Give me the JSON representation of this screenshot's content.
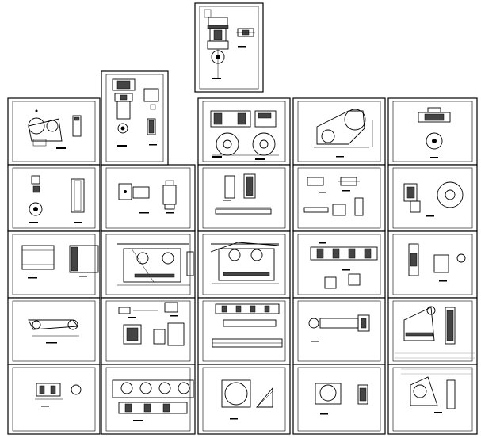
{
  "sheet": {
    "title": "",
    "columns": 5,
    "rows": 5,
    "extra_top_sheets": 2
  },
  "colors": {
    "background": "#ffffff",
    "ink": "#000000",
    "faint": "#9a9a9a"
  },
  "drawings": [
    {
      "id": "top-center",
      "kind": "elevation-with-bolt"
    },
    {
      "id": "top-left",
      "kind": "bracket-views"
    },
    {
      "id": "r1c1",
      "kind": "cam-plate"
    },
    {
      "id": "r1c3",
      "kind": "bearing-housing"
    },
    {
      "id": "r1c4",
      "kind": "arm-assembly"
    },
    {
      "id": "r1c5",
      "kind": "flange-views"
    },
    {
      "id": "r2c1",
      "kind": "shaft-detail"
    },
    {
      "id": "r2c2",
      "kind": "block-details"
    },
    {
      "id": "r2c3",
      "kind": "pin-and-rod"
    },
    {
      "id": "r2c4",
      "kind": "connecting-parts"
    },
    {
      "id": "r2c5",
      "kind": "gear-wheel"
    },
    {
      "id": "r3c1",
      "kind": "housing-sections"
    },
    {
      "id": "r3c2",
      "kind": "frame-assembly-a"
    },
    {
      "id": "r3c3",
      "kind": "frame-assembly-b"
    },
    {
      "id": "r3c4",
      "kind": "base-plate"
    },
    {
      "id": "r3c5",
      "kind": "clamp-views"
    },
    {
      "id": "r4c1",
      "kind": "lever-arm"
    },
    {
      "id": "r4c2",
      "kind": "misc-parts"
    },
    {
      "id": "r4c3",
      "kind": "rail-beam"
    },
    {
      "id": "r4c4",
      "kind": "roller-shaft"
    },
    {
      "id": "r4c5",
      "kind": "support-bracket"
    },
    {
      "id": "r5c1",
      "kind": "small-assembly"
    },
    {
      "id": "r5c2",
      "kind": "multi-roller-frame"
    },
    {
      "id": "r5c3",
      "kind": "cover-plate"
    },
    {
      "id": "r5c4",
      "kind": "bearing-block"
    },
    {
      "id": "r5c5",
      "kind": "gusset-bracket"
    }
  ]
}
